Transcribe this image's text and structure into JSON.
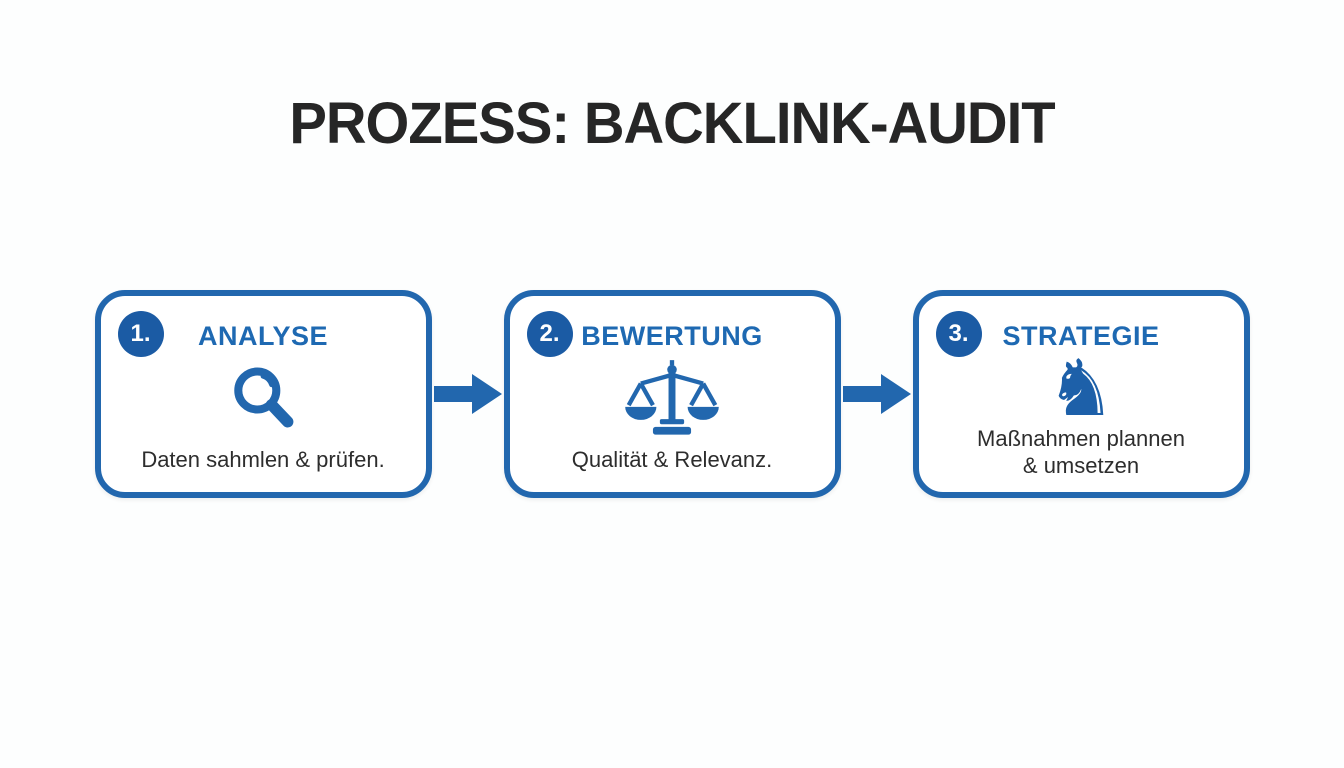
{
  "title": "PROZESS: BACKLINK-AUDIT",
  "colors": {
    "background": "#fdfefe",
    "accent_blue": "#2267ae",
    "label_blue": "#1e69b2",
    "number_circle_blue": "#1b5ba4",
    "title_text": "#262626",
    "caption_text": "#2d2d2d"
  },
  "steps": [
    {
      "number": "1.",
      "label": "ANALYSE",
      "icon": "magnifier-icon",
      "caption_lines": [
        "Daten sahmlen & prüfen."
      ]
    },
    {
      "number": "2.",
      "label": "BEWERTUNG",
      "icon": "scales-icon",
      "caption_lines": [
        "Qualität & Relevanz."
      ]
    },
    {
      "number": "3.",
      "label": "STRATEGIE",
      "icon": "knight-icon",
      "caption_lines": [
        "Maßnahmen plannen",
        "& umsetzen"
      ]
    }
  ],
  "icons": {
    "knight_glyph": "♞",
    "arrow": "arrow-right-icon"
  }
}
